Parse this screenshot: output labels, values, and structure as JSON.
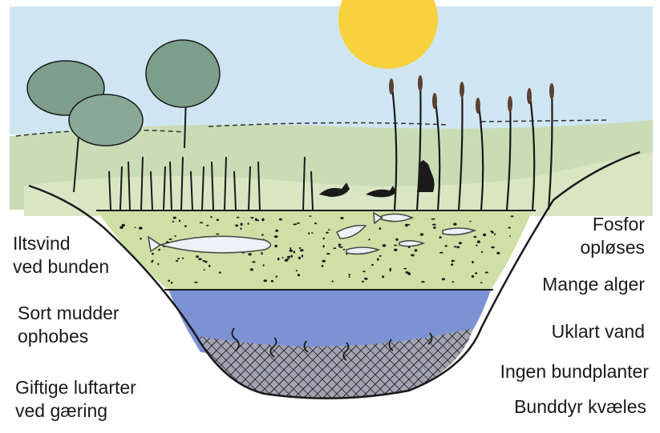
{
  "left_labels": [
    {
      "lines": [
        "Iltsvind",
        "ved bunden"
      ]
    },
    {
      "lines": [
        "Sort mudder",
        "ophobes"
      ]
    },
    {
      "lines": [
        "Giftige luftarter",
        "ved gæring"
      ]
    }
  ],
  "right_labels": [
    {
      "lines": [
        "Fosfor",
        "opløses"
      ]
    },
    {
      "lines": [
        "Mange alger"
      ]
    },
    {
      "lines": [
        "Uklart vand"
      ]
    },
    {
      "lines": [
        "Ingen bundplanter"
      ]
    },
    {
      "lines": [
        "Bunddyr kvæles"
      ]
    }
  ],
  "colors": {
    "sky": "#cfe6f2",
    "sun": "#f7d23c",
    "far_field": "#c9dcb6",
    "meadow": "#d9e6c4",
    "algae_water": "#cfe0a6",
    "deep_water": "#6f86cf",
    "mud": "#a3a3b3",
    "tree_leaves": "#7d9e8a",
    "outline": "#1a1a1a"
  }
}
